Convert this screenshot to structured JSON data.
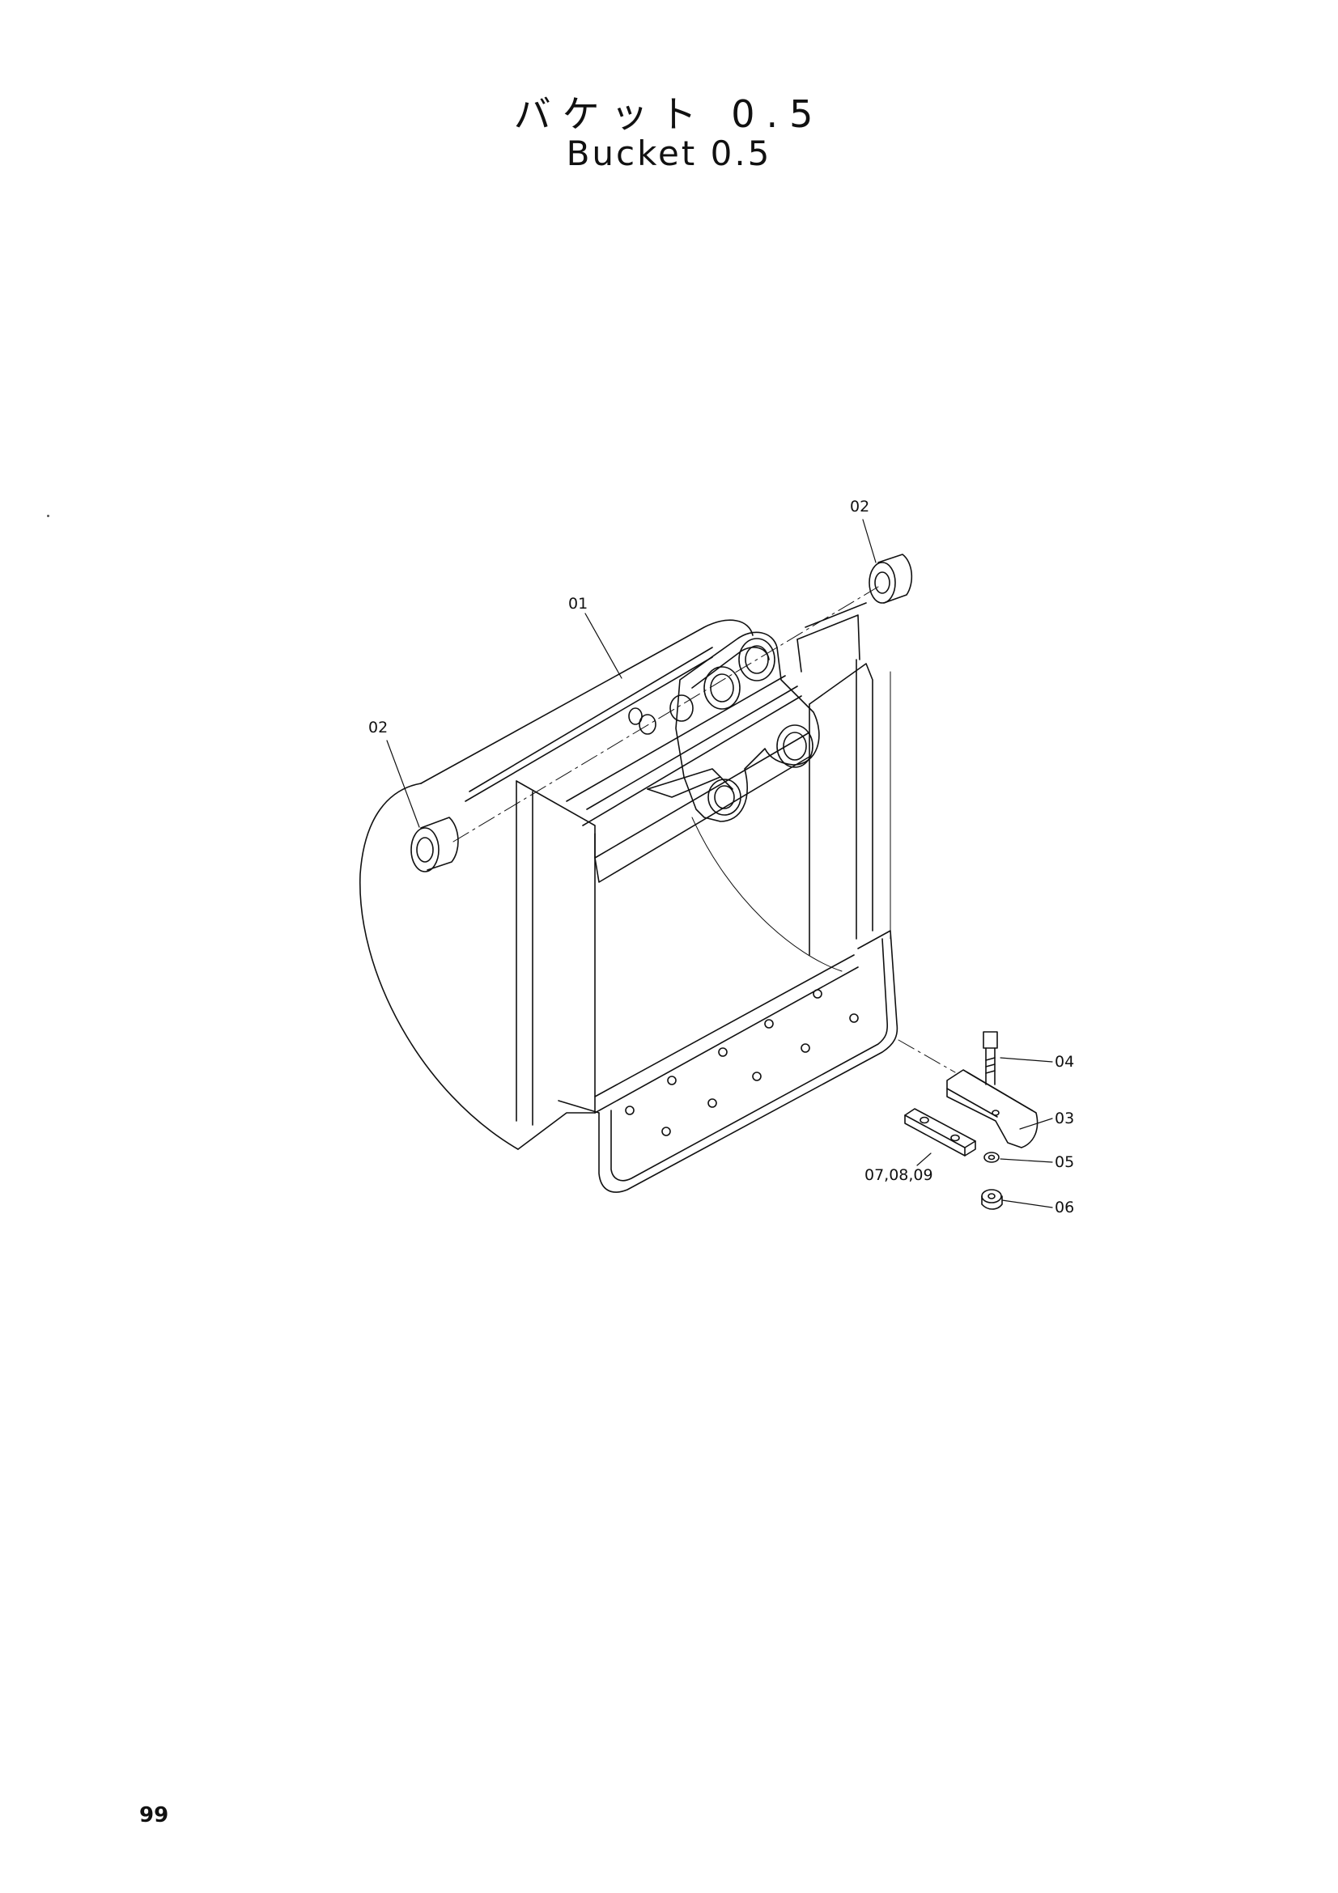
{
  "header": {
    "title_jp": "バケット 0.5",
    "title_en": "Bucket 0.5"
  },
  "callouts": {
    "c01": "01",
    "c02_top": "02",
    "c02_left": "02",
    "c03": "03",
    "c04": "04",
    "c05": "05",
    "c06": "06",
    "c07": "07,08,09"
  },
  "footer": {
    "page_number": "99"
  },
  "colors": {
    "line": "#111111",
    "background": "#ffffff"
  }
}
